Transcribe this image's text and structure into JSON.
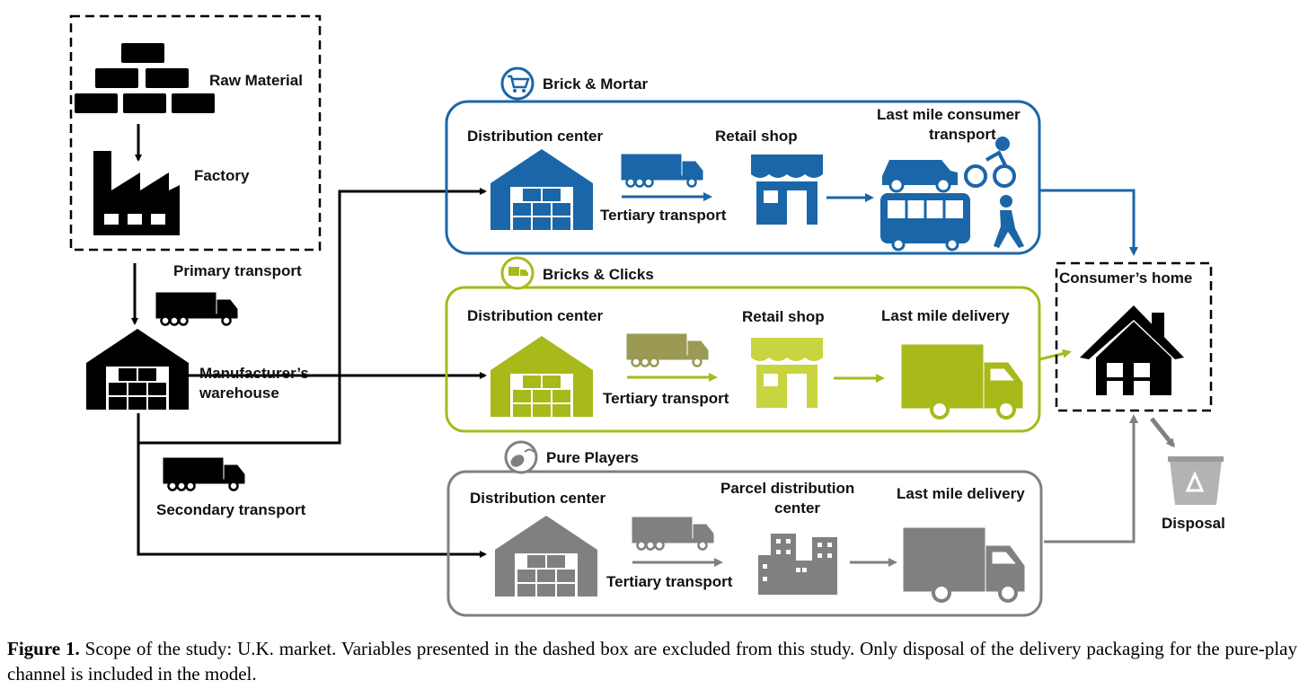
{
  "colors": {
    "brick_mortar": "#1a66a8",
    "bricks_clicks": "#a8b91a",
    "pure_players": "#808080",
    "black": "#000000"
  },
  "upstream": {
    "raw_material": "Raw Material",
    "factory": "Factory",
    "primary_transport": "Primary transport",
    "warehouse_line1": "Manufacturer’s",
    "warehouse_line2": "warehouse",
    "secondary_transport": "Secondary transport"
  },
  "channels": [
    {
      "title": "Brick & Mortar",
      "icon": "cart-icon",
      "dc": "Distribution center",
      "transport": "Tertiary transport",
      "middle_line1": "Retail shop",
      "last_line1": "Last mile consumer",
      "last_line2": "transport"
    },
    {
      "title": "Bricks & Clicks",
      "icon": "delivery-truck-icon",
      "dc": "Distribution center",
      "transport": "Tertiary transport",
      "middle_line1": "Retail shop",
      "last_line1": "Last mile delivery"
    },
    {
      "title": "Pure Players",
      "icon": "computer-mouse-icon",
      "dc": "Distribution center",
      "transport": "Tertiary transport",
      "middle_line1": "Parcel distribution",
      "middle_line2": "center",
      "last_line1": "Last mile delivery"
    }
  ],
  "consumer_home": "Consumer’s home",
  "disposal": "Disposal",
  "caption": {
    "label": "Figure 1.",
    "text": "Scope of the study: U.K. market. Variables presented in the dashed box are excluded from this study. Only disposal of the delivery packaging for the pure-play channel is included in the model."
  }
}
